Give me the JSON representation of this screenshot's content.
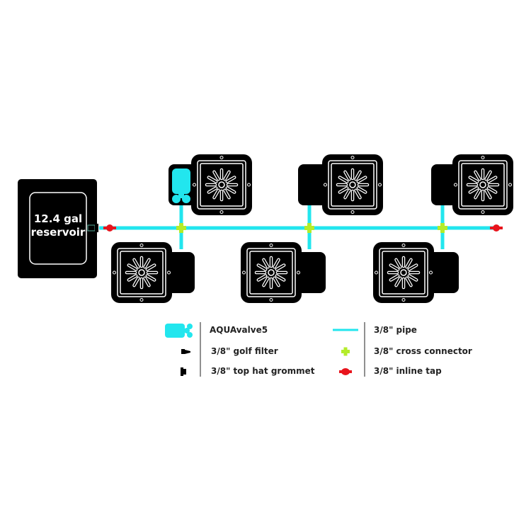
{
  "reservoir": {
    "line1": "12.4 gal",
    "line2": "reservoir"
  },
  "legend": [
    {
      "icon": "aquavalve-icon",
      "label": "AQUAvalve5"
    },
    {
      "icon": "golf-filter-icon",
      "label": "3/8\" golf filter"
    },
    {
      "icon": "grommet-icon",
      "label": "3/8\" top hat grommet"
    },
    {
      "icon": "pipe-icon",
      "label": "3/8\" pipe"
    },
    {
      "icon": "cross-connector-icon",
      "label": "3/8\" cross connector"
    },
    {
      "icon": "inline-tap-icon",
      "label": "3/8\" inline tap"
    }
  ],
  "colors": {
    "pipe": "#22e6ee",
    "cross": "#b4ec2a",
    "tap": "#e8141c",
    "pot": "#000000"
  }
}
